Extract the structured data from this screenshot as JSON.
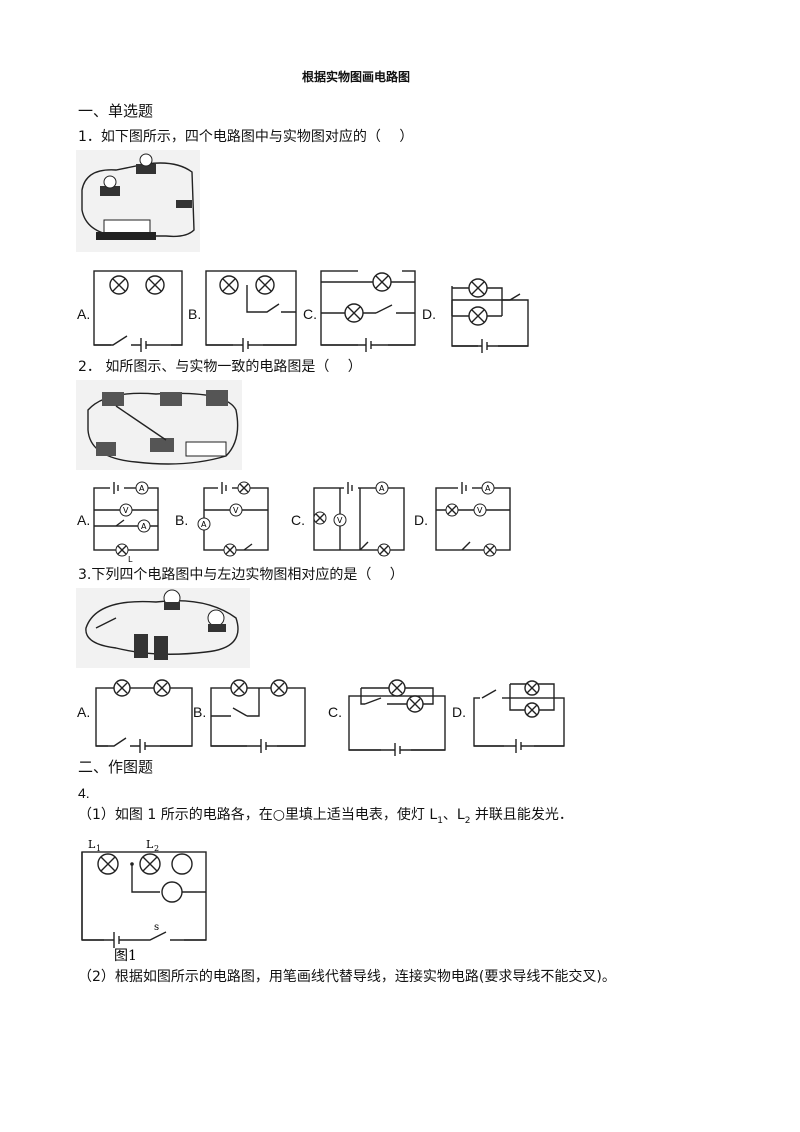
{
  "page_title": "根据实物图画电路图",
  "section1_heading": "一、单选题",
  "q1": {
    "stem": "1．如下图所示，四个电路图中与实物图对应的（　 ）",
    "options": [
      "A.",
      "B.",
      "C.",
      "D."
    ]
  },
  "q2": {
    "stem": "2．  如所图示、与实物一致的电路图是（　 ）",
    "options": [
      "A.",
      "B.",
      "C.",
      "D."
    ]
  },
  "q3": {
    "stem": "3.下列四个电路图中与左边实物图相对应的是（　 ）",
    "options": [
      "A.",
      "B.",
      "C.",
      "D."
    ]
  },
  "section2_heading": "二、作图题",
  "q4": {
    "number": "4.",
    "part1_pre": "（1）如图 1 所示的电路各，在○里填上适当电表，使灯 L",
    "part1_sub1": "1",
    "part1_mid": "、L",
    "part1_sub2": "2",
    "part1_post": " 并联且能发光．",
    "fig_label": "图1",
    "label_L1": "L",
    "label_L1_sub": "1",
    "label_L2": "L",
    "label_L2_sub": "2",
    "label_S": "s",
    "part2": "（2）根据如图所示的电路图，用笔画线代替导线，连接实物电路(要求导线不能交叉)。"
  }
}
